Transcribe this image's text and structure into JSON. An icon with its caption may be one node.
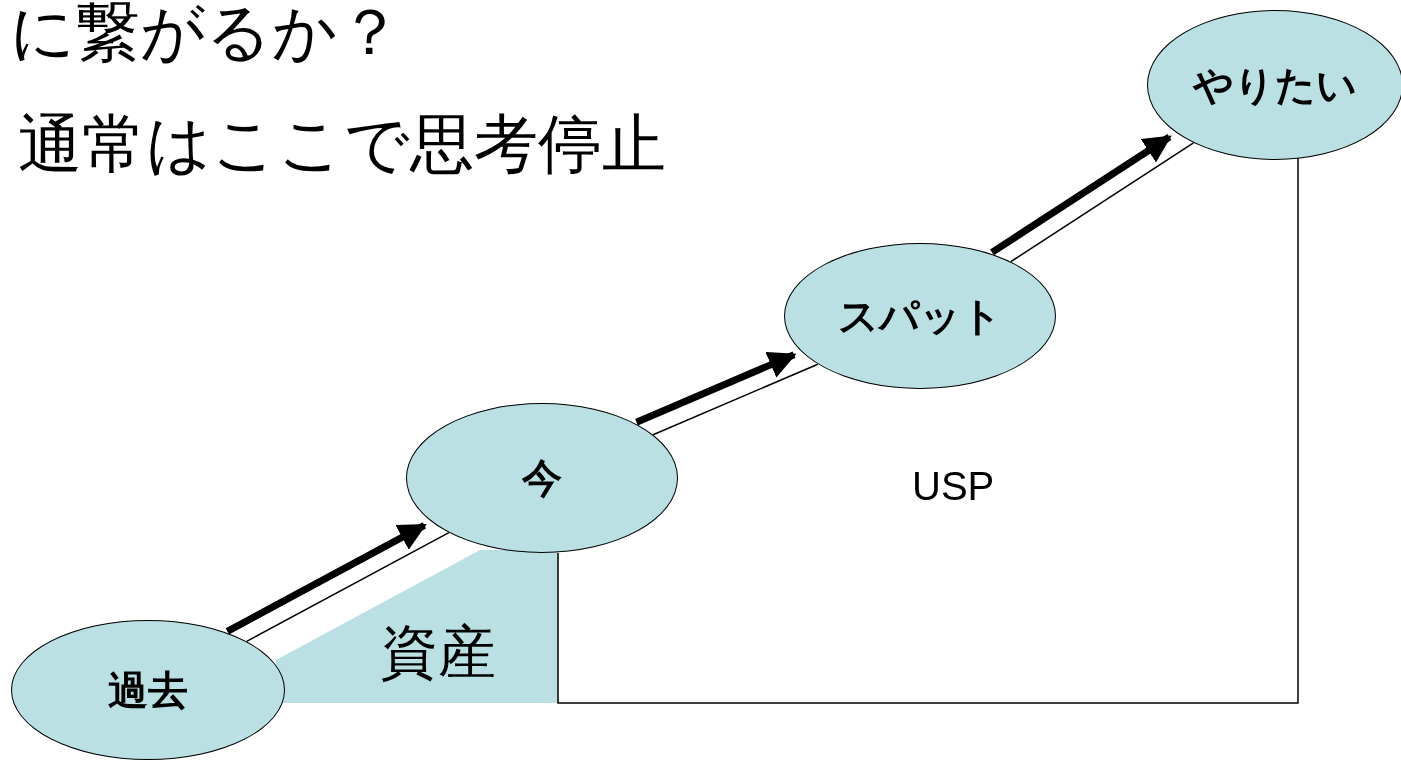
{
  "diagram": {
    "nodes": [
      {
        "text": [
          "過去"
        ]
      },
      {
        "text": [
          "今"
        ]
      },
      {
        "text": [
          "スパット"
        ]
      },
      {
        "text": [
          "やりたい"
        ]
      },
      {
        "text": [
          "資産"
        ]
      }
    ],
    "edges": [
      {
        "from": 0,
        "to": 1,
        "arrow": "none"
      },
      {
        "from": 0,
        "to": 1,
        "arrow": "to",
        "style": "thick"
      },
      {
        "from": 1,
        "to": 2,
        "arrow": "none"
      },
      {
        "from": 1,
        "to": 2,
        "arrow": "to",
        "style": "thick"
      },
      {
        "from": 2,
        "to": 3,
        "arrow": "none"
      },
      {
        "from": 2,
        "to": 3,
        "arrow": "to",
        "style": "thick"
      },
      {
        "from": 1,
        "to": 3,
        "arrow": "none"
      }
    ],
    "labels": [
      "に繋がるか？",
      "通常はここで思考停止",
      "USP"
    ]
  }
}
